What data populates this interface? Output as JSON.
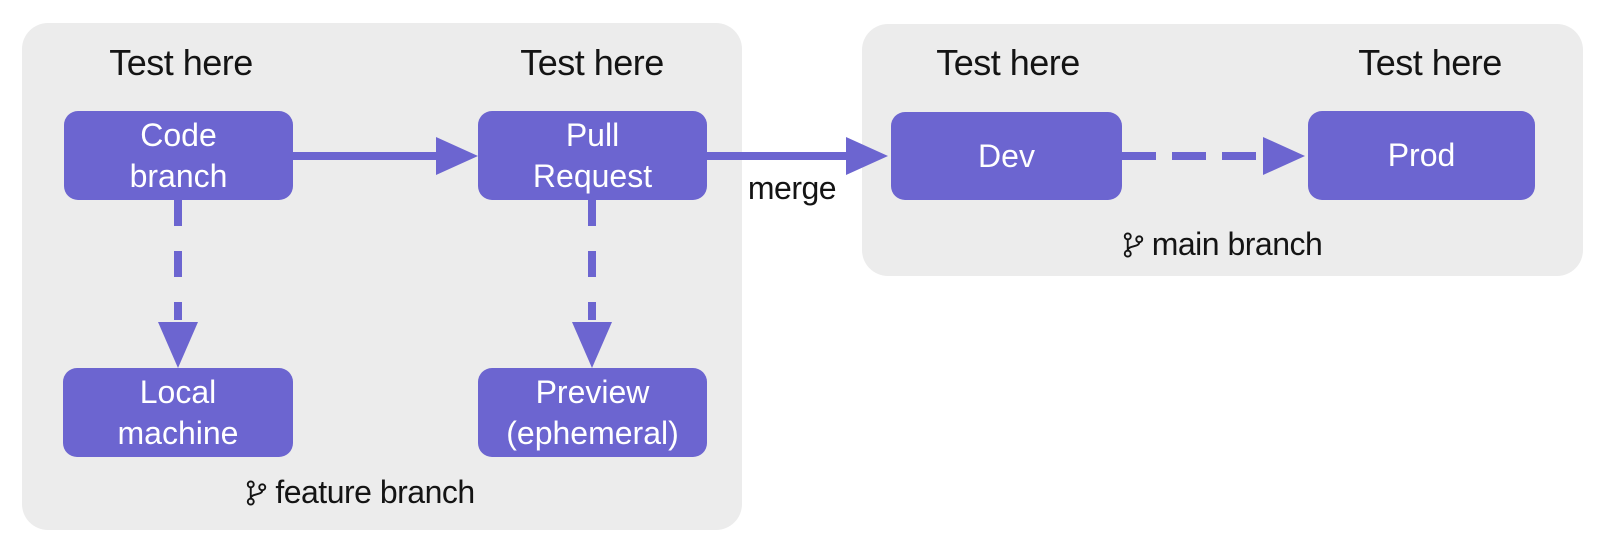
{
  "colors": {
    "canvas_bg": "#ffffff",
    "group_bg": "#ececec",
    "node_bg": "#6c65d0",
    "node_text": "#ffffff",
    "arrow": "#6c65d0",
    "label_text": "#141414"
  },
  "groups": {
    "feature": {
      "label": "feature branch"
    },
    "main": {
      "label": "main branch"
    }
  },
  "test_labels": {
    "code_branch": "Test here",
    "pull_request": "Test here",
    "dev": "Test here",
    "prod": "Test here"
  },
  "nodes": {
    "code_branch": "Code\nbranch",
    "pull_request": "Pull\nRequest",
    "dev": "Dev",
    "prod": "Prod",
    "local_machine": "Local\nmachine",
    "preview": "Preview\n(ephemeral)"
  },
  "edges": {
    "merge_label": "merge"
  },
  "icons": {
    "git_branch": "git-branch-icon"
  }
}
